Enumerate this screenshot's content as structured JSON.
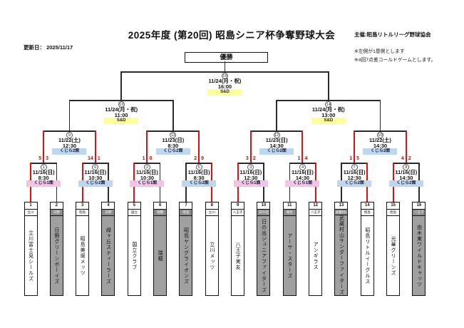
{
  "page": {
    "updated_label": "更新日：",
    "updated_date": "2025/11/17",
    "title": "2025年度 (第20回) 昭島シニア杯争奪野球大会",
    "organizer": "主催:昭島リトルリーグ野球協会",
    "notes": [
      "※左側が1塁側とします",
      "※4回7点差コールドゲームとします。"
    ],
    "champion_label": "優勝"
  },
  "colors": {
    "winner_line": "#dd1111",
    "line": "#2b2b2b",
    "venue1_bg": "#f2c4e8",
    "venue2_bg": "#bdd7ee",
    "sd_bg": "#ffff99",
    "loser_bg": "#a0a0a0",
    "score": "#e00000"
  },
  "final": {
    "no": "15",
    "date": "11/24(月・祝)",
    "time": "16:00",
    "venue": "S&D",
    "venue_type": "sd"
  },
  "semifinals": [
    {
      "no": "13",
      "date": "11/24(月・祝)",
      "time": "11:00",
      "venue": "S&D",
      "venue_type": "sd"
    },
    {
      "no": "14",
      "date": "11/24(月・祝)",
      "time": "13:00",
      "venue": "S&D",
      "venue_type": "sd"
    }
  ],
  "quarterfinals": [
    {
      "no": "9",
      "date": "11/22(土)",
      "time": "12:30",
      "venue": "くじら2面",
      "venue_type": "v2"
    },
    {
      "no": "11",
      "date": "11/23(日)",
      "time": "8:30",
      "venue": "くじら2面",
      "venue_type": "v2"
    },
    {
      "no": "12",
      "date": "11/23(日)",
      "time": "14:30",
      "venue": "くじら2面",
      "venue_type": "v2"
    },
    {
      "no": "10",
      "date": "11/22(土)",
      "time": "14:30",
      "venue": "くじら2面",
      "venue_type": "v2"
    }
  ],
  "round1": [
    {
      "no": "1",
      "date": "11/16(日)",
      "time": "8:30",
      "venue": "くじら1面",
      "venue_type": "v1",
      "score_left": "5",
      "score_right": "3",
      "winner": "left"
    },
    {
      "no": "6",
      "date": "11/16(日)",
      "time": "10:30",
      "venue": "くじら2面",
      "venue_type": "v2",
      "score_left": "14",
      "score_right": "1",
      "winner": "left"
    },
    {
      "no": "2",
      "date": "11/16(日)",
      "time": "10:30",
      "venue": "くじら1面",
      "venue_type": "v1",
      "score_left": "1",
      "score_right": "0",
      "winner": "left"
    },
    {
      "no": "5",
      "date": "11/16(日)",
      "time": "8:30",
      "venue": "くじら2面",
      "venue_type": "v2",
      "score_left": "2",
      "score_right": "9",
      "winner": "right"
    },
    {
      "no": "3",
      "date": "11/16(日)",
      "time": "12:30",
      "venue": "くじら1面",
      "venue_type": "v1",
      "score_left": "3",
      "score_right": "2",
      "winner": "left"
    },
    {
      "no": "4",
      "date": "11/16(日)",
      "time": "14:30",
      "venue": "くじら1面",
      "venue_type": "v1",
      "score_left": "1",
      "score_right": "4",
      "winner": "right"
    },
    {
      "no": "7",
      "date": "11/16(日)",
      "time": "12:30",
      "venue": "くじら2面",
      "venue_type": "v2",
      "score_left": "1",
      "score_right": "5",
      "winner": "right"
    },
    {
      "no": "8",
      "date": "11/16(日)",
      "time": "14:30",
      "venue": "くじら2面",
      "venue_type": "v2",
      "score_left": "4",
      "score_right": "2",
      "winner": "left"
    }
  ],
  "teams": [
    {
      "no": "1",
      "region": "立川",
      "name": "立川富士見シールズ",
      "eliminated": false
    },
    {
      "no": "2",
      "region": "日野",
      "name": "日野グリーンボーイズ",
      "eliminated": true
    },
    {
      "no": "3",
      "region": "昭島",
      "name": "昭島美堀メッツ",
      "eliminated": false
    },
    {
      "no": "4",
      "region": "日野",
      "name": "緑ヶ丘スティーラーズ",
      "eliminated": true
    },
    {
      "no": "5",
      "region": "国立",
      "name": "国立クラブ",
      "eliminated": false
    },
    {
      "no": "6",
      "region": "瑞穂",
      "name": "瑞穂",
      "eliminated": true
    },
    {
      "no": "7",
      "region": "昭島",
      "name": "昭島ヤングライオンズ",
      "eliminated": true
    },
    {
      "no": "8",
      "region": "立川",
      "name": "立川メッツ",
      "eliminated": false
    },
    {
      "no": "9",
      "region": "八王子",
      "name": "八王子実友",
      "eliminated": false
    },
    {
      "no": "10",
      "region": "日の出",
      "name": "日の出ジュニアファイターズ",
      "eliminated": true
    },
    {
      "no": "11",
      "region": "福生",
      "name": "アーサ・スターズ",
      "eliminated": true
    },
    {
      "no": "12",
      "region": "八王子",
      "name": "アンギラス",
      "eliminated": false
    },
    {
      "no": "13",
      "region": "武蔵村山",
      "name": "武蔵村山サンダーファイターズ",
      "eliminated": true
    },
    {
      "no": "14",
      "region": "昭島",
      "name": "昭島リトルイーグルス",
      "eliminated": false
    },
    {
      "no": "15",
      "region": "昭島",
      "name": "光華グリーンズ",
      "eliminated": false
    },
    {
      "no": "16",
      "region": "八王子",
      "name": "由木東ワイルドキャッツ",
      "eliminated": true
    }
  ]
}
